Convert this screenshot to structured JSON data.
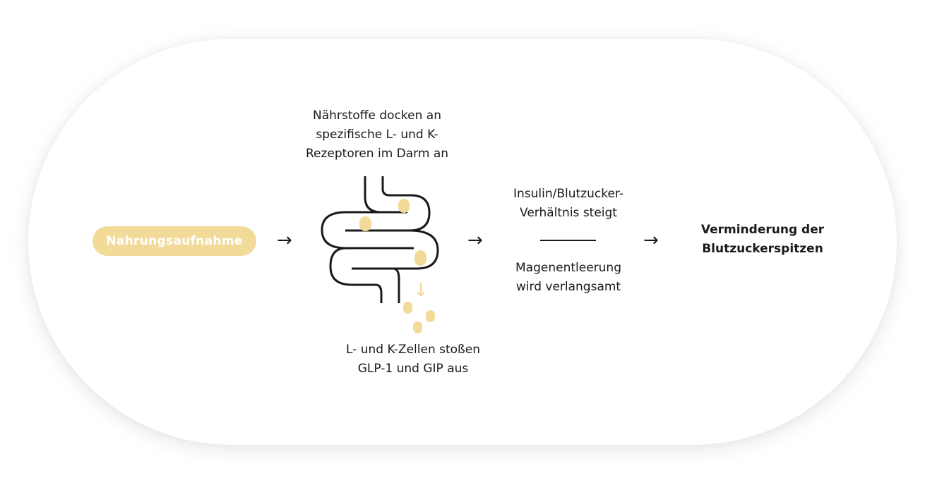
{
  "diagram": {
    "start_label": "Nahrungsaufnahme",
    "arrow_glyph": "→",
    "down_arrow_glyph": "↓",
    "receptor_text": [
      "Nährstoffe docken an",
      "spezifische L- und K-",
      "Rezeptoren im Darm an"
    ],
    "release_text": [
      "L- und K-Zellen stoßen",
      "GLP-1 und GIP aus"
    ],
    "effect_top_text": [
      "Insulin/Blutzucker-",
      "Verhältnis steigt"
    ],
    "effect_bottom_text": [
      "Magenentleerung",
      "wird verlangsamt"
    ],
    "result_text": [
      "Verminderung der",
      "Blutzuckerspitzen"
    ],
    "colors": {
      "accent": "#f2da98",
      "line": "#1a1a1a",
      "pill_text": "#ffffff"
    }
  }
}
